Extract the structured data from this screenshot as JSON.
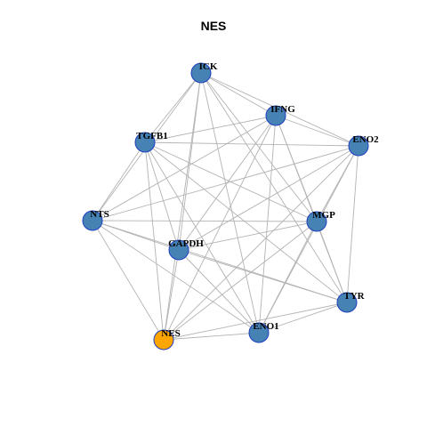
{
  "title": "NES",
  "colors": {
    "default_node": "#4682b4",
    "highlight_node": "#ffa500",
    "node_border": "#1f3fbf",
    "edge": "#b3b3b3"
  },
  "nodes": [
    {
      "id": "ICK",
      "label": "ICK",
      "highlight": false
    },
    {
      "id": "IFNG",
      "label": "IFNG",
      "highlight": false
    },
    {
      "id": "TGFB1",
      "label": "TGFB1",
      "highlight": false
    },
    {
      "id": "ENO2",
      "label": "ENO2",
      "highlight": false
    },
    {
      "id": "NTS",
      "label": "NTS",
      "highlight": false
    },
    {
      "id": "MGP",
      "label": "MGP",
      "highlight": false
    },
    {
      "id": "GAPDH",
      "label": "GAPDH",
      "highlight": false
    },
    {
      "id": "TYR",
      "label": "TYR",
      "highlight": false
    },
    {
      "id": "ENO1",
      "label": "ENO1",
      "highlight": false
    },
    {
      "id": "NES",
      "label": "NES",
      "highlight": true
    }
  ],
  "edges": [
    [
      "ICK",
      "IFNG"
    ],
    [
      "ICK",
      "ENO2"
    ],
    [
      "ICK",
      "TGFB1"
    ],
    [
      "ICK",
      "NTS"
    ],
    [
      "ICK",
      "GAPDH"
    ],
    [
      "ICK",
      "MGP"
    ],
    [
      "ICK",
      "TYR"
    ],
    [
      "ICK",
      "ENO1"
    ],
    [
      "ICK",
      "NES"
    ],
    [
      "IFNG",
      "TGFB1"
    ],
    [
      "IFNG",
      "ENO2"
    ],
    [
      "IFNG",
      "NTS"
    ],
    [
      "IFNG",
      "GAPDH"
    ],
    [
      "IFNG",
      "MGP"
    ],
    [
      "IFNG",
      "TYR"
    ],
    [
      "IFNG",
      "ENO1"
    ],
    [
      "IFNG",
      "NES"
    ],
    [
      "TGFB1",
      "ENO2"
    ],
    [
      "TGFB1",
      "NTS"
    ],
    [
      "TGFB1",
      "GAPDH"
    ],
    [
      "TGFB1",
      "MGP"
    ],
    [
      "TGFB1",
      "TYR"
    ],
    [
      "TGFB1",
      "ENO1"
    ],
    [
      "TGFB1",
      "NES"
    ],
    [
      "ENO2",
      "NTS"
    ],
    [
      "ENO2",
      "GAPDH"
    ],
    [
      "ENO2",
      "MGP"
    ],
    [
      "ENO2",
      "TYR"
    ],
    [
      "ENO2",
      "ENO1"
    ],
    [
      "ENO2",
      "NES"
    ],
    [
      "NTS",
      "MGP"
    ],
    [
      "NTS",
      "GAPDH"
    ],
    [
      "NTS",
      "TYR"
    ],
    [
      "NTS",
      "ENO1"
    ],
    [
      "NTS",
      "NES"
    ],
    [
      "MGP",
      "GAPDH"
    ],
    [
      "MGP",
      "TYR"
    ],
    [
      "MGP",
      "ENO1"
    ],
    [
      "MGP",
      "NES"
    ],
    [
      "GAPDH",
      "TYR"
    ],
    [
      "GAPDH",
      "ENO1"
    ],
    [
      "GAPDH",
      "NES"
    ],
    [
      "TYR",
      "ENO1"
    ],
    [
      "TYR",
      "NES"
    ],
    [
      "ENO1",
      "NES"
    ]
  ]
}
